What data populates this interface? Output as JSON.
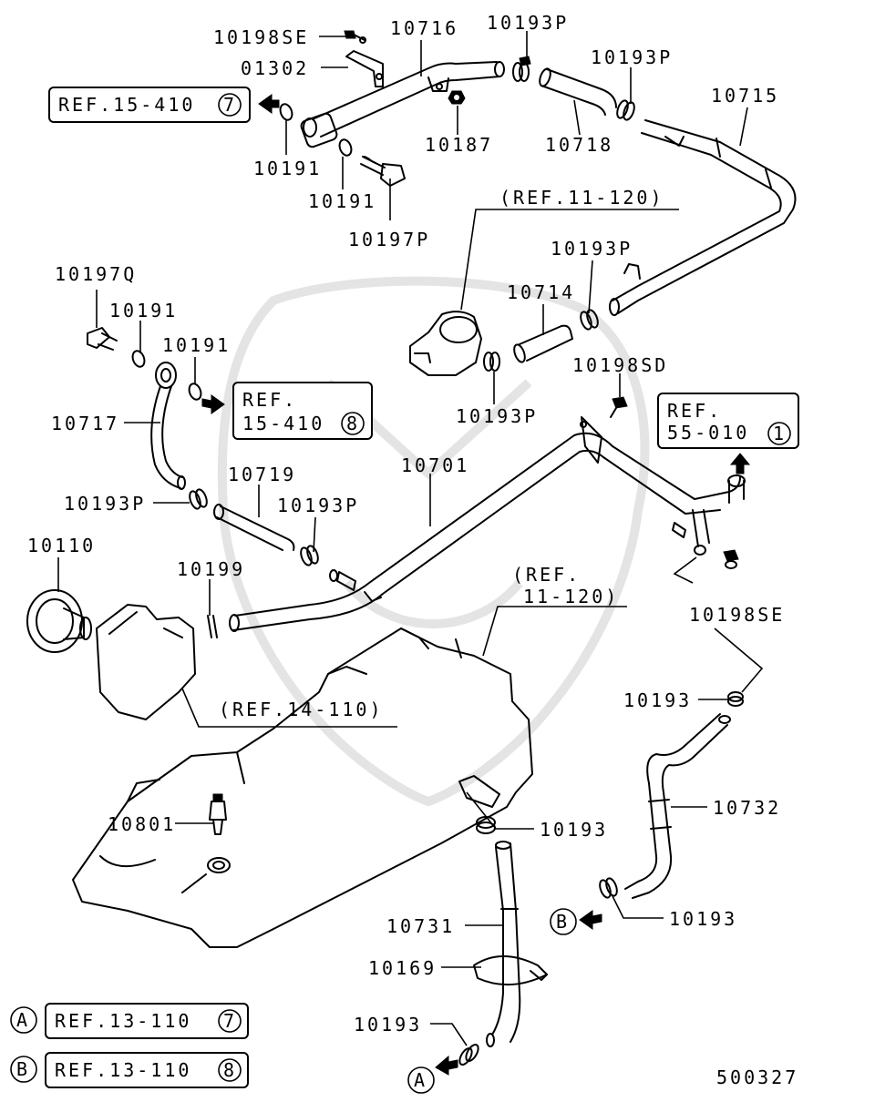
{
  "diagram_id": "500327",
  "labels": {
    "p10198se_top": "10198SE",
    "p10716": "10716",
    "p10193p_a": "10193P",
    "p01302": "01302",
    "p10193p_b": "10193P",
    "p10715": "10715",
    "p10191_a": "10191",
    "p10187": "10187",
    "p10718": "10718",
    "p10191_b": "10191",
    "p10197p": "10197P",
    "ref_11_120_a": "(REF.11-120)",
    "p10197q": "10197Q",
    "p10193p_c": "10193P",
    "p10191_c": "10191",
    "p10714": "10714",
    "p10191_d": "10191",
    "p10198sd": "10198SD",
    "p10193p_d": "10193P",
    "p10717": "10717",
    "p10719": "10719",
    "p10701": "10701",
    "p10193p_e": "10193P",
    "p10193p_f": "10193P",
    "p10110": "10110",
    "p10199": "10199",
    "ref_11_120_b1": "(REF.",
    "ref_11_120_b2": "11-120)",
    "p10198se_right": "10198SE",
    "ref_14_110": "(REF.14-110)",
    "p10193_a": "10193",
    "p10732": "10732",
    "p10801": "10801",
    "p10193_b": "10193",
    "p10193_c": "10193",
    "p10731": "10731",
    "p10169": "10169",
    "p10193_d": "10193"
  },
  "ref_boxes": {
    "r15_410_7": {
      "text": "REF.15-410",
      "num": "7"
    },
    "r15_410_8": {
      "line1": "REF.",
      "line2": "15-410",
      "num": "8"
    },
    "r55_010_1": {
      "line1": "REF.",
      "line2": "55-010",
      "num": "1"
    },
    "r13_110_7": {
      "text": "REF.13-110",
      "num": "7"
    },
    "r13_110_8": {
      "text": "REF.13-110",
      "num": "8"
    }
  },
  "markers": {
    "a": "A",
    "b": "B"
  }
}
